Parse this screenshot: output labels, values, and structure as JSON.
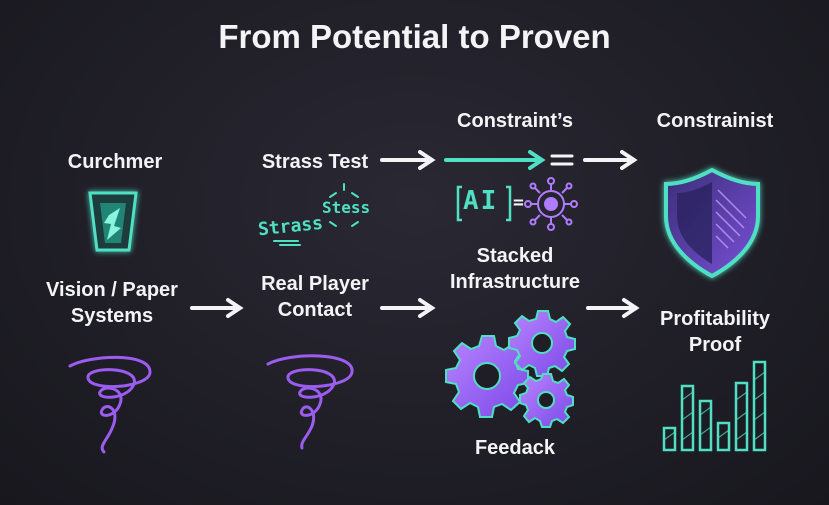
{
  "title": "From Potential to Proven",
  "labels": {
    "curchmer": "Curchmer",
    "vision": "Vision / Paper\nSystems",
    "strass_test": "Strass Test",
    "real_player": "Real Player\nContact",
    "constraints": "Constraint’s",
    "stacked": "Stacked\nInfrastructure",
    "feedback": "Feedack",
    "constrainist": "Constrainist",
    "profitability": "Profitability\nProof"
  },
  "chalk": {
    "strass": "Strass",
    "stess": "Stess",
    "ai": "AI",
    "equals": "="
  },
  "colors": {
    "teal": "#4fe0c4",
    "purple": "#9b5cf0",
    "white": "#f4f4f6"
  },
  "icons": [
    "glass-icon",
    "swirl-icon",
    "ai-chip-icon",
    "network-node-icon",
    "gears-icon",
    "shield-icon",
    "bar-chart-icon",
    "arrow-icon"
  ]
}
